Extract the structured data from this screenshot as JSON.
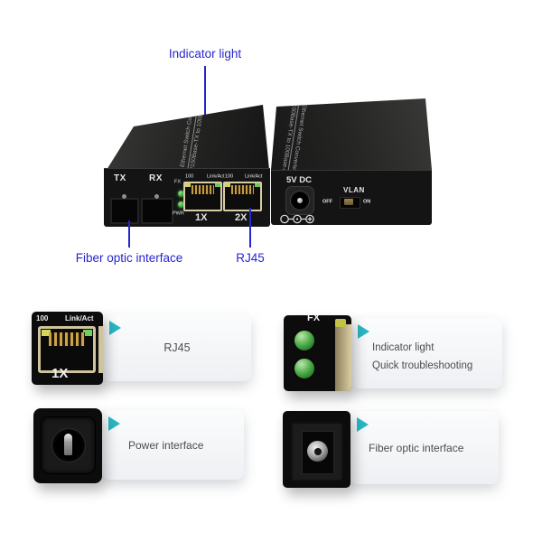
{
  "annotations": {
    "indicator_light": "Indicator light",
    "fiber_optic_interface": "Fiber optic interface",
    "rj45": "RJ45"
  },
  "devices": {
    "left": {
      "top_text_line1": "Ethernet Switch Converter",
      "top_text_line2": "10/100Base-TX to 100Base-FX",
      "panel": {
        "tx": "TX",
        "rx": "RX",
        "fx": "FX",
        "pwr": "PWR",
        "port1_speed": "100",
        "port1_link": "Link/Act",
        "port1_name": "1X",
        "port2_speed": "100",
        "port2_link": "Link/Act",
        "port2_name": "2X"
      }
    },
    "right": {
      "top_text_line1": "Ethernet Switch Converter",
      "top_text_line2": "10/100Base-TX to 100Base-FX",
      "panel": {
        "power_label": "5V DC",
        "vlan_label": "VLAN",
        "off_label": "OFF",
        "on_label": "ON"
      }
    }
  },
  "callouts": [
    {
      "title": "RJ45",
      "photo": {
        "speed": "100",
        "link": "Link/Act",
        "port": "1X"
      }
    },
    {
      "title": "Indicator light",
      "subtitle": "Quick troubleshooting",
      "photo": {
        "fx": "FX"
      }
    },
    {
      "title": "Power interface"
    },
    {
      "title": "Fiber optic interface"
    }
  ],
  "colors": {
    "annotation_blue": "#2626cf",
    "accent_teal": "#29b7c4",
    "led_green": "#3fae3f",
    "rj45_bezel": "#d8cda2"
  }
}
